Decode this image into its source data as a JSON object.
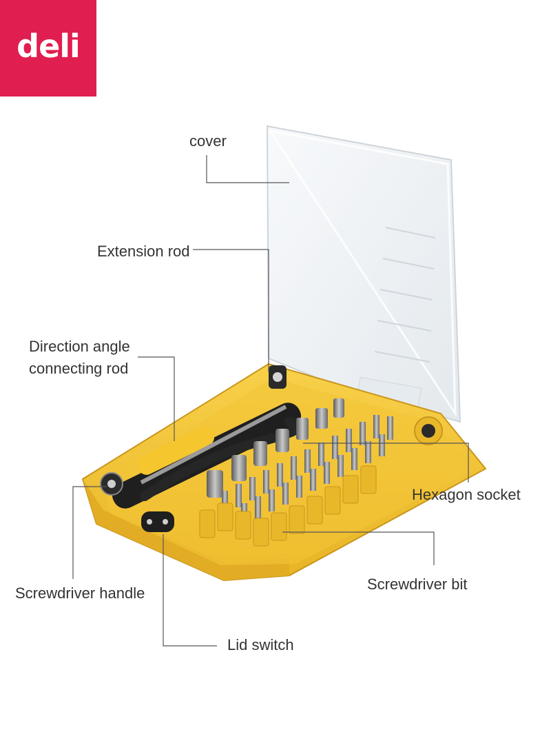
{
  "brand": {
    "logo_text": "deli",
    "logo_color": "#e01e4f"
  },
  "labels": {
    "cover": "cover",
    "extension_rod": "Extension rod",
    "direction_angle_line1": "Direction angle",
    "direction_angle_line2": "connecting rod",
    "hexagon_socket": "Hexagon socket",
    "screwdriver_bit": "Screwdriver bit",
    "screwdriver_handle": "Screwdriver handle",
    "lid_switch": "Lid switch"
  },
  "colors": {
    "case_yellow": "#f5c62e",
    "case_yellow_dark": "#d9a51c",
    "handle_black": "#1f1f1f",
    "bit_metal": "#8c8c8c",
    "lid_clear": "#e9eef2",
    "leader_line": "#555555"
  }
}
